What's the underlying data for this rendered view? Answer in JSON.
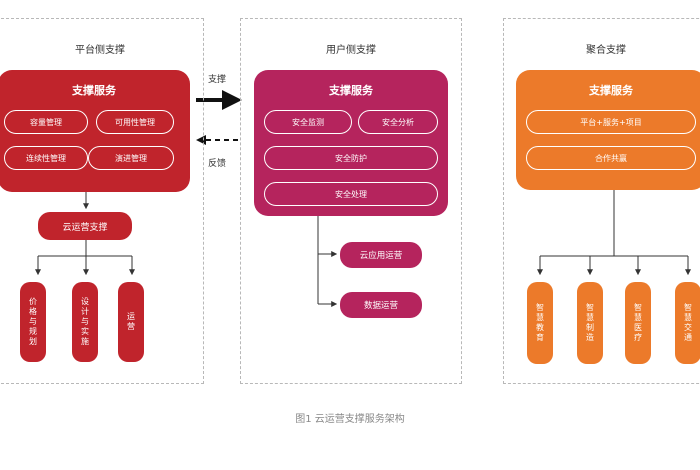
{
  "platform": {
    "title": "平台侧支撑",
    "card_title": "支撑服务",
    "pills": [
      "容量管理",
      "可用性管理",
      "连续性管理",
      "演进管理"
    ],
    "hub": "云运营支撑",
    "leaves": [
      "价格与规划",
      "设计与实施",
      "运营"
    ]
  },
  "user": {
    "title": "用户侧支撑",
    "card_title": "支撑服务",
    "pills_top": [
      "安全监测",
      "安全分析"
    ],
    "pills_full": [
      "安全防护",
      "安全处理"
    ],
    "leaves": [
      "云应用运营",
      "数据运营"
    ]
  },
  "aggregate": {
    "title": "聚合支撑",
    "card_title": "支撑服务",
    "pills": [
      "平台+服务+项目",
      "合作共赢"
    ],
    "leaves": [
      "智慧教育",
      "智慧制造",
      "智慧医疗",
      "智慧交通"
    ]
  },
  "flows": {
    "support": "支撑",
    "feedback": "反馈"
  },
  "caption": "图1 云运营支撑服务架构",
  "colors": {
    "red": "#c0242c",
    "magenta": "#b5245d",
    "orange": "#ec7a2a"
  }
}
